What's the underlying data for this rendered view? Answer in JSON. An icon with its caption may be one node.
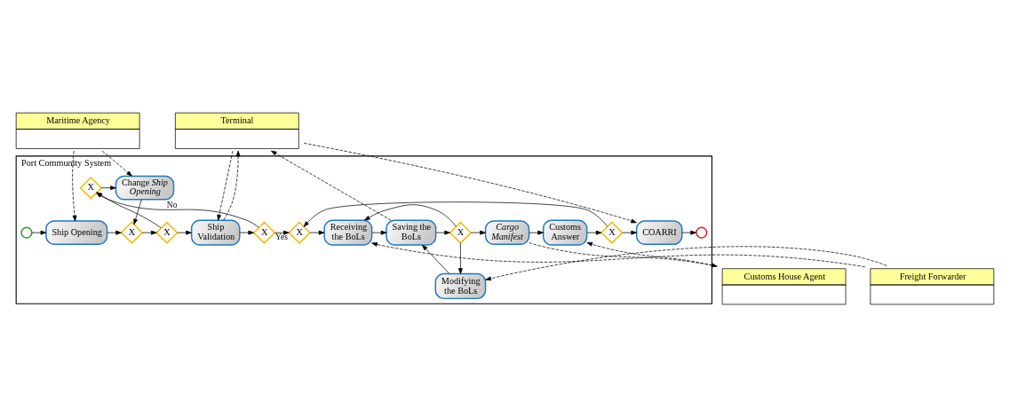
{
  "diagram": {
    "nodes": [
      {
        "text": [
          "Maritime Agency"
        ]
      },
      {
        "text": [
          "Terminal"
        ]
      },
      {
        "text": [
          "Port Community System"
        ]
      },
      {
        "text": [],
        "shape": "circle",
        "in": 2
      },
      {
        "text": [
          "Ship Opening"
        ],
        "in": 2
      },
      {
        "text": [
          "Change *Ship Opening*"
        ],
        "in": 2
      },
      {
        "text": [
          "X"
        ],
        "in": 2
      },
      {
        "text": [
          "X"
        ],
        "in": 2
      },
      {
        "text": [
          "X"
        ],
        "in": 2
      },
      {
        "text": [
          "Ship Validation"
        ],
        "in": 2
      },
      {
        "text": [
          "X"
        ],
        "in": 2
      },
      {
        "text": [
          "X"
        ],
        "in": 2
      },
      {
        "text": [
          "Receiving the BoLs"
        ],
        "in": 2
      },
      {
        "text": [
          "Saving the BoLs"
        ],
        "in": 2
      },
      {
        "text": [
          "X"
        ],
        "in": 2
      },
      {
        "text": [
          "Modifying the BoLs"
        ],
        "in": 2
      },
      {
        "text": [
          "Cargo Manifest"
        ],
        "in": 2
      },
      {
        "text": [
          "Customs Answer"
        ],
        "in": 2
      },
      {
        "text": [
          "X"
        ],
        "in": 2
      },
      {
        "text": [
          "COARRI"
        ],
        "in": 2
      },
      {
        "text": [],
        "shape": "circle",
        "in": 2
      },
      {
        "text": [
          "Freight Forwarder"
        ]
      },
      {
        "text": [
          "Customs House Agent"
        ]
      }
    ],
    "edges": [
      {
        "from": 3,
        "to": 4,
        "arrow": "to"
      },
      {
        "from": 4,
        "to": 6,
        "arrow": "to"
      },
      {
        "from": 5,
        "to": 6,
        "arrow": "to"
      },
      {
        "from": 6,
        "to": 8,
        "arrow": "to"
      },
      {
        "from": 8,
        "to": 7,
        "arrow": "to"
      },
      {
        "from": 7,
        "to": 5,
        "arrow": "to"
      },
      {
        "from": 8,
        "to": 9,
        "arrow": "to"
      },
      {
        "from": 9,
        "to": 10,
        "arrow": "to"
      },
      {
        "from": 10,
        "to": 7,
        "arrow": "to",
        "label": "No"
      },
      {
        "from": 10,
        "to": 11,
        "arrow": "to",
        "label": "Yes"
      },
      {
        "from": 11,
        "to": 12,
        "arrow": "to"
      },
      {
        "from": 12,
        "to": 13,
        "arrow": "to"
      },
      {
        "from": 13,
        "to": 14,
        "arrow": "to"
      },
      {
        "from": 14,
        "to": 12,
        "arrow": "to"
      },
      {
        "from": 14,
        "to": 15,
        "arrow": "to"
      },
      {
        "from": 15,
        "to": 13,
        "arrow": "to"
      },
      {
        "from": 14,
        "to": 16,
        "arrow": "to"
      },
      {
        "from": 16,
        "to": 17,
        "arrow": "to"
      },
      {
        "from": 17,
        "to": 18,
        "arrow": "to"
      },
      {
        "from": 18,
        "to": 11,
        "arrow": "to"
      },
      {
        "from": 18,
        "to": 19,
        "arrow": "to"
      },
      {
        "from": 19,
        "to": 20,
        "arrow": "to"
      },
      {
        "from": 0,
        "to": 4,
        "arrow": "to",
        "style": "dashed"
      },
      {
        "from": 0,
        "to": 5,
        "arrow": "to",
        "style": "dashed"
      },
      {
        "from": 9,
        "to": 1,
        "arrow": "to",
        "style": "dashed"
      },
      {
        "from": 1,
        "to": 9,
        "arrow": "to",
        "style": "dashed"
      },
      {
        "from": 13,
        "to": 1,
        "arrow": "to",
        "style": "dashed"
      },
      {
        "from": 1,
        "to": 19,
        "arrow": "to",
        "style": "dashed"
      },
      {
        "from": 21,
        "to": 12,
        "arrow": "to",
        "style": "dashed"
      },
      {
        "from": 21,
        "to": 15,
        "arrow": "to",
        "style": "dashed"
      },
      {
        "from": 16,
        "to": 22,
        "arrow": "to",
        "style": "dashed"
      },
      {
        "from": 22,
        "to": 17,
        "arrow": "to",
        "style": "dashed"
      }
    ]
  }
}
